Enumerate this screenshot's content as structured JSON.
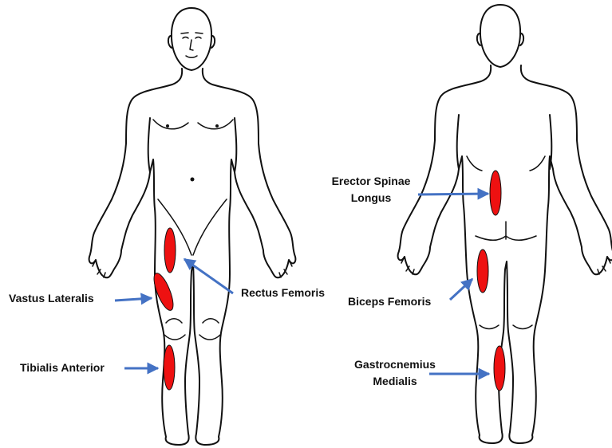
{
  "colors": {
    "outline": "#111111",
    "electrode": "#ee1111",
    "arrow": "#4472c4",
    "background": "#ffffff"
  },
  "labels": {
    "vastus_lateralis": "Vastus Lateralis",
    "tibialis_anterior": "Tibialis Anterior",
    "rectus_femoris": "Rectus Femoris",
    "erector_spinae_line1": "Erector Spinae",
    "erector_spinae_line2": "Longus",
    "biceps_femoris": "Biceps Femoris",
    "gastrocnemius_line1": "Gastrocnemius",
    "gastrocnemius_line2": "Medialis"
  }
}
